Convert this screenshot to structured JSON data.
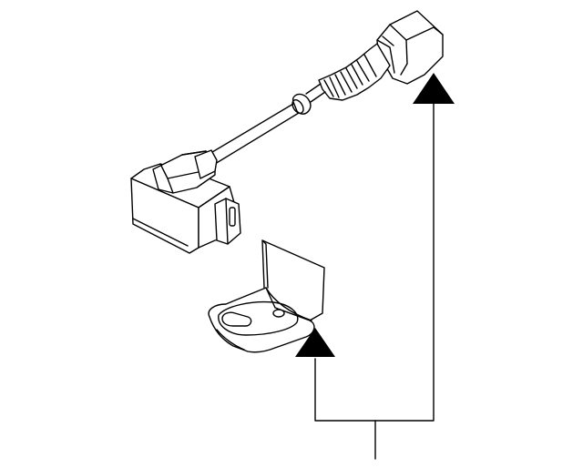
{
  "diagram": {
    "style": "black line-art exploded parts illustration, no printed text",
    "colors": {
      "line": "#000000",
      "background": "#ffffff"
    },
    "parts": [
      {
        "name": "sensor-with-lead",
        "description": ""
      },
      {
        "name": "mounting-bracket",
        "description": ""
      }
    ],
    "callout": {
      "arrows": 2,
      "label": ""
    }
  }
}
